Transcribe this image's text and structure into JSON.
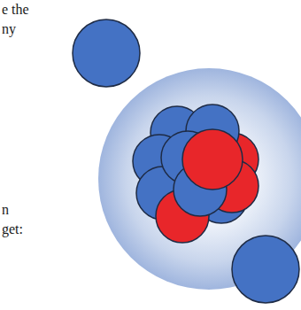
{
  "diagram": {
    "labels": [
      "e the",
      "ny",
      "n",
      "get:"
    ]
  }
}
